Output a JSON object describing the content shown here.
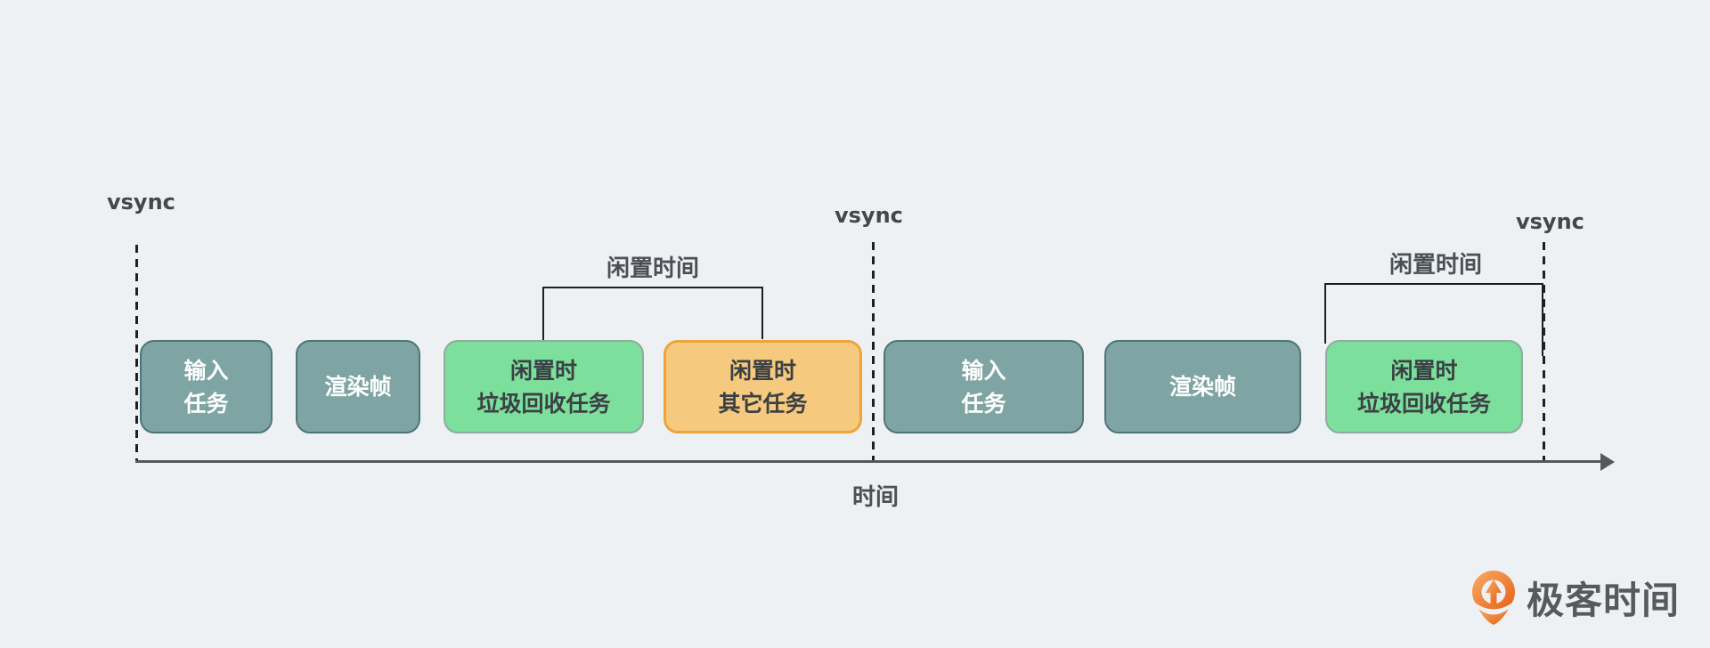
{
  "background_color": "#EEF1F4",
  "vsync_markers": [
    {
      "label": "vsync"
    },
    {
      "label": "vsync"
    },
    {
      "label": "vsync"
    }
  ],
  "idle_brackets": [
    {
      "label": "闲置时间"
    },
    {
      "label": "闲置时间"
    }
  ],
  "axis": {
    "label": "时间"
  },
  "blocks": [
    {
      "label": "输入\n任务",
      "type": "input-task",
      "color": "#7EA4A3"
    },
    {
      "label": "渲染帧",
      "type": "render-frame-task",
      "color": "#7EA4A3"
    },
    {
      "label": "闲置时\n垃圾回收任务",
      "type": "idle-gc-task",
      "color": "#7CDF9B"
    },
    {
      "label": "闲置时\n其它任务",
      "type": "idle-other-task",
      "color": "#F5C97E"
    },
    {
      "label": "输入\n任务",
      "type": "input-task",
      "color": "#7EA4A3"
    },
    {
      "label": "渲染帧",
      "type": "render-frame-task",
      "color": "#7EA4A3"
    },
    {
      "label": "闲置时\n垃圾回收任务",
      "type": "idle-gc-task",
      "color": "#7CDF9B"
    }
  ],
  "logo": {
    "text": "极客时间",
    "brand_color": "#E8671C"
  },
  "colors": {
    "teal_fill": "#7EA4A3",
    "teal_border": "#4D767B",
    "green_fill": "#7CDF9B",
    "green_border": "#8FAC9D",
    "orange_fill": "#F5C97E",
    "orange_border": "#EFA43A",
    "line": "#1E1F21",
    "axis": "#55585B",
    "block_text_dark": "#3B4045",
    "label_text_gray": "#4B5054"
  }
}
